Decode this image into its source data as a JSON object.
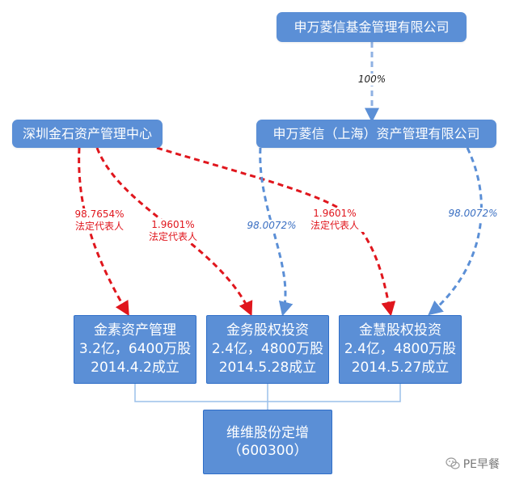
{
  "entities": {
    "swhsy_fund": "申万菱信基金管理有限公司",
    "shenzhen_jinshi": "深圳金石资产管理中心",
    "swhsy_shanghai": "申万菱信（上海）资产管理有限公司"
  },
  "funds": [
    {
      "name": "金素资产管理",
      "size": "3.2亿，6400万股",
      "date": "2014.4.2成立"
    },
    {
      "name": "金务股权投资",
      "size": "2.4亿，4800万股",
      "date": "2014.5.28成立"
    },
    {
      "name": "金慧股权投资",
      "size": "2.4亿，4800万股",
      "date": "2014.5.27成立"
    }
  ],
  "target": {
    "name": "维维股份定增",
    "code": "（600300）"
  },
  "edges": {
    "parent_to_shanghai": {
      "pct": "100%"
    },
    "jinshi_to_jinsu": {
      "pct": "98.7654%",
      "role": "法定代表人"
    },
    "jinshi_to_jinwu": {
      "pct": "1.9601%",
      "role": "法定代表人"
    },
    "jinshi_to_jinhui": {
      "pct": "1.9601%",
      "role": "法定代表人"
    },
    "shanghai_to_jinwu": {
      "pct": "98.0072%"
    },
    "shanghai_to_jinhui": {
      "pct": "98.0072%"
    }
  },
  "colors": {
    "box_fill": "#5b8fd6",
    "box_border": "#2f6ec8",
    "red_edge": "#e0161d",
    "blue_edge": "#5b8fd6",
    "bracket_line": "#9cc0ea"
  },
  "watermark": {
    "text": "PE早餐",
    "icon": "wechat-icon"
  }
}
